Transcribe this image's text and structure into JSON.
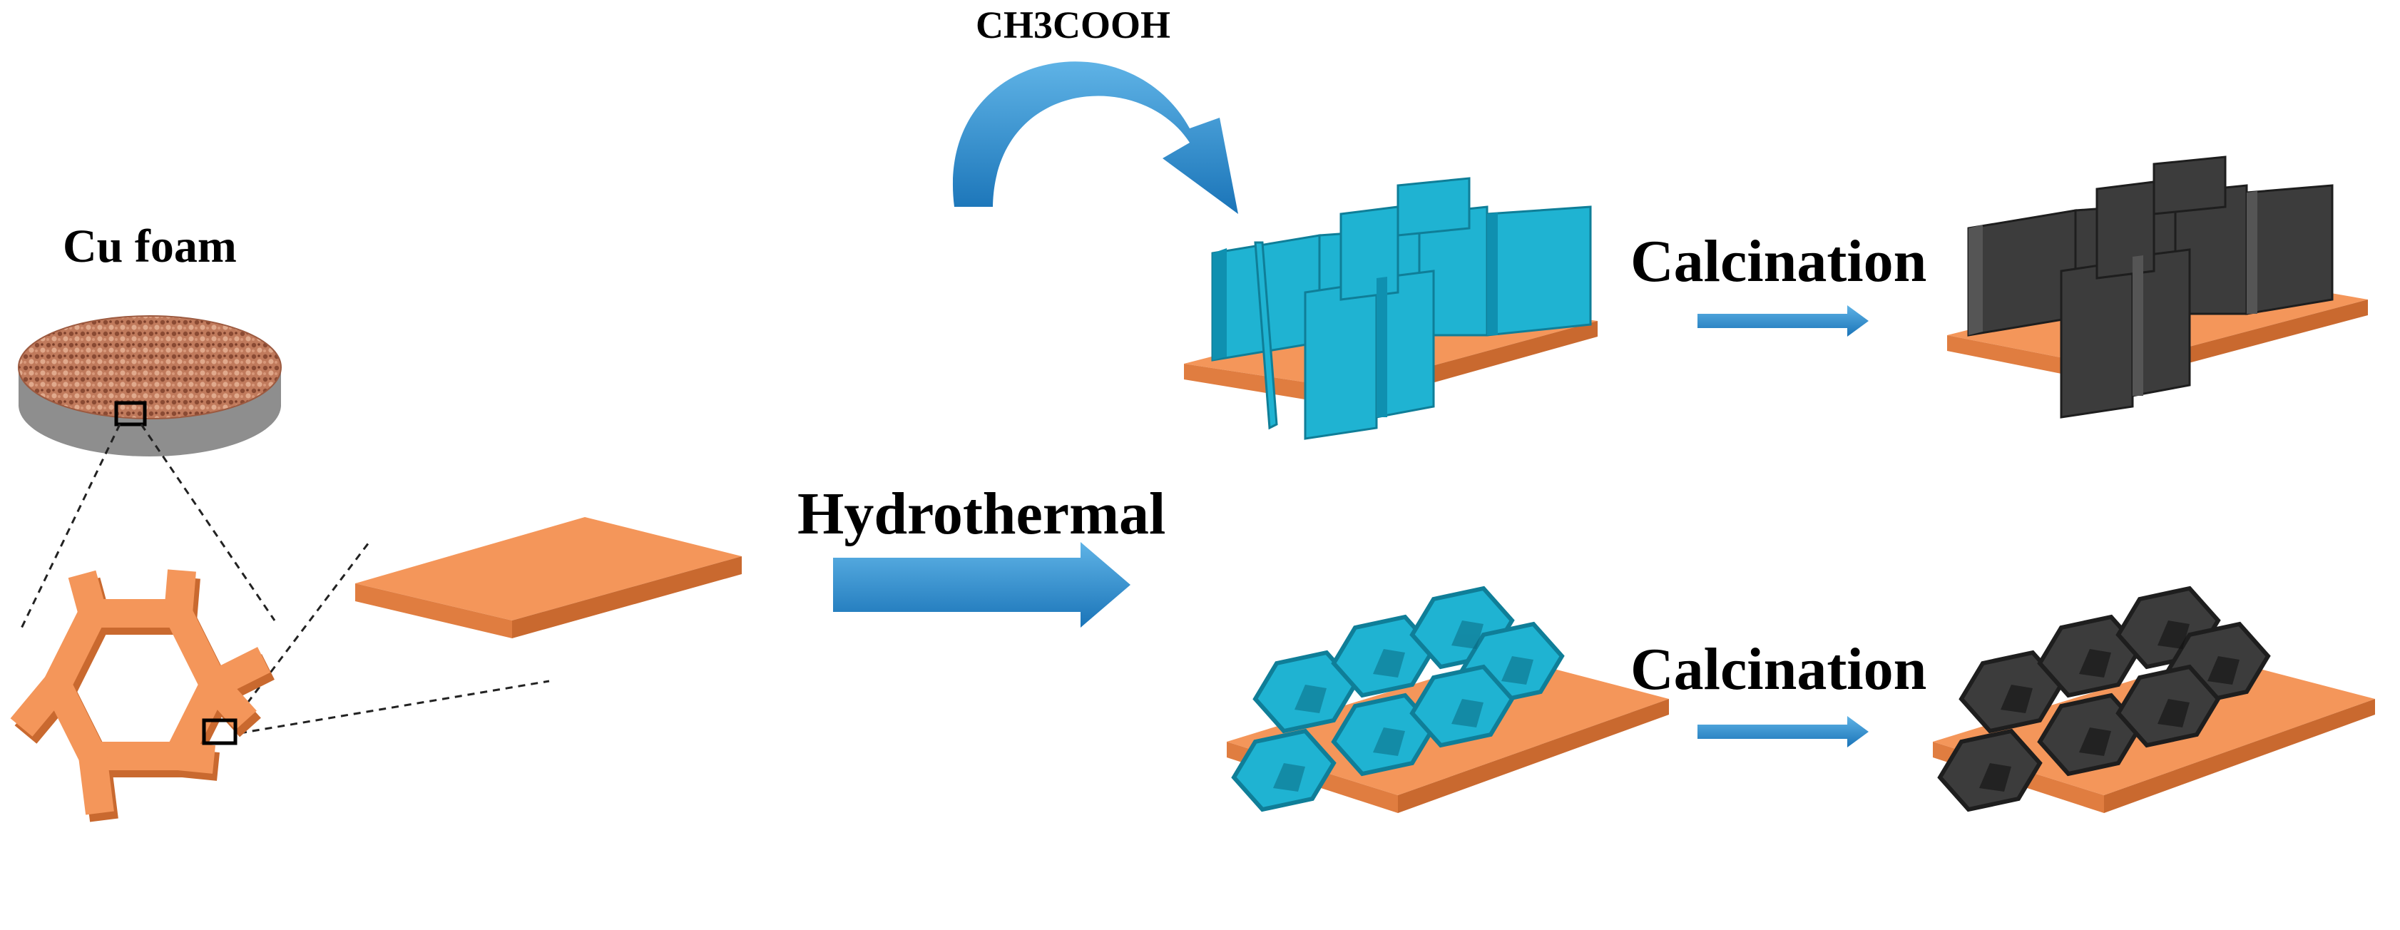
{
  "labels": {
    "cu_foam": "Cu foam",
    "acid": "CH3COOH",
    "hydrothermal": "Hydrothermal",
    "calcination_top": "Calcination",
    "calcination_bottom": "Calcination"
  },
  "colors": {
    "copper": "#f4965a",
    "copper_dark": "#c9692f",
    "foam": "#b46a4e",
    "cyan": "#1fb3d2",
    "cyan_dark": "#0f7e98",
    "black_mat": "#3c3c3c",
    "black_dark": "#1e1e1e",
    "arrow_blue": "#2a8fcf"
  }
}
